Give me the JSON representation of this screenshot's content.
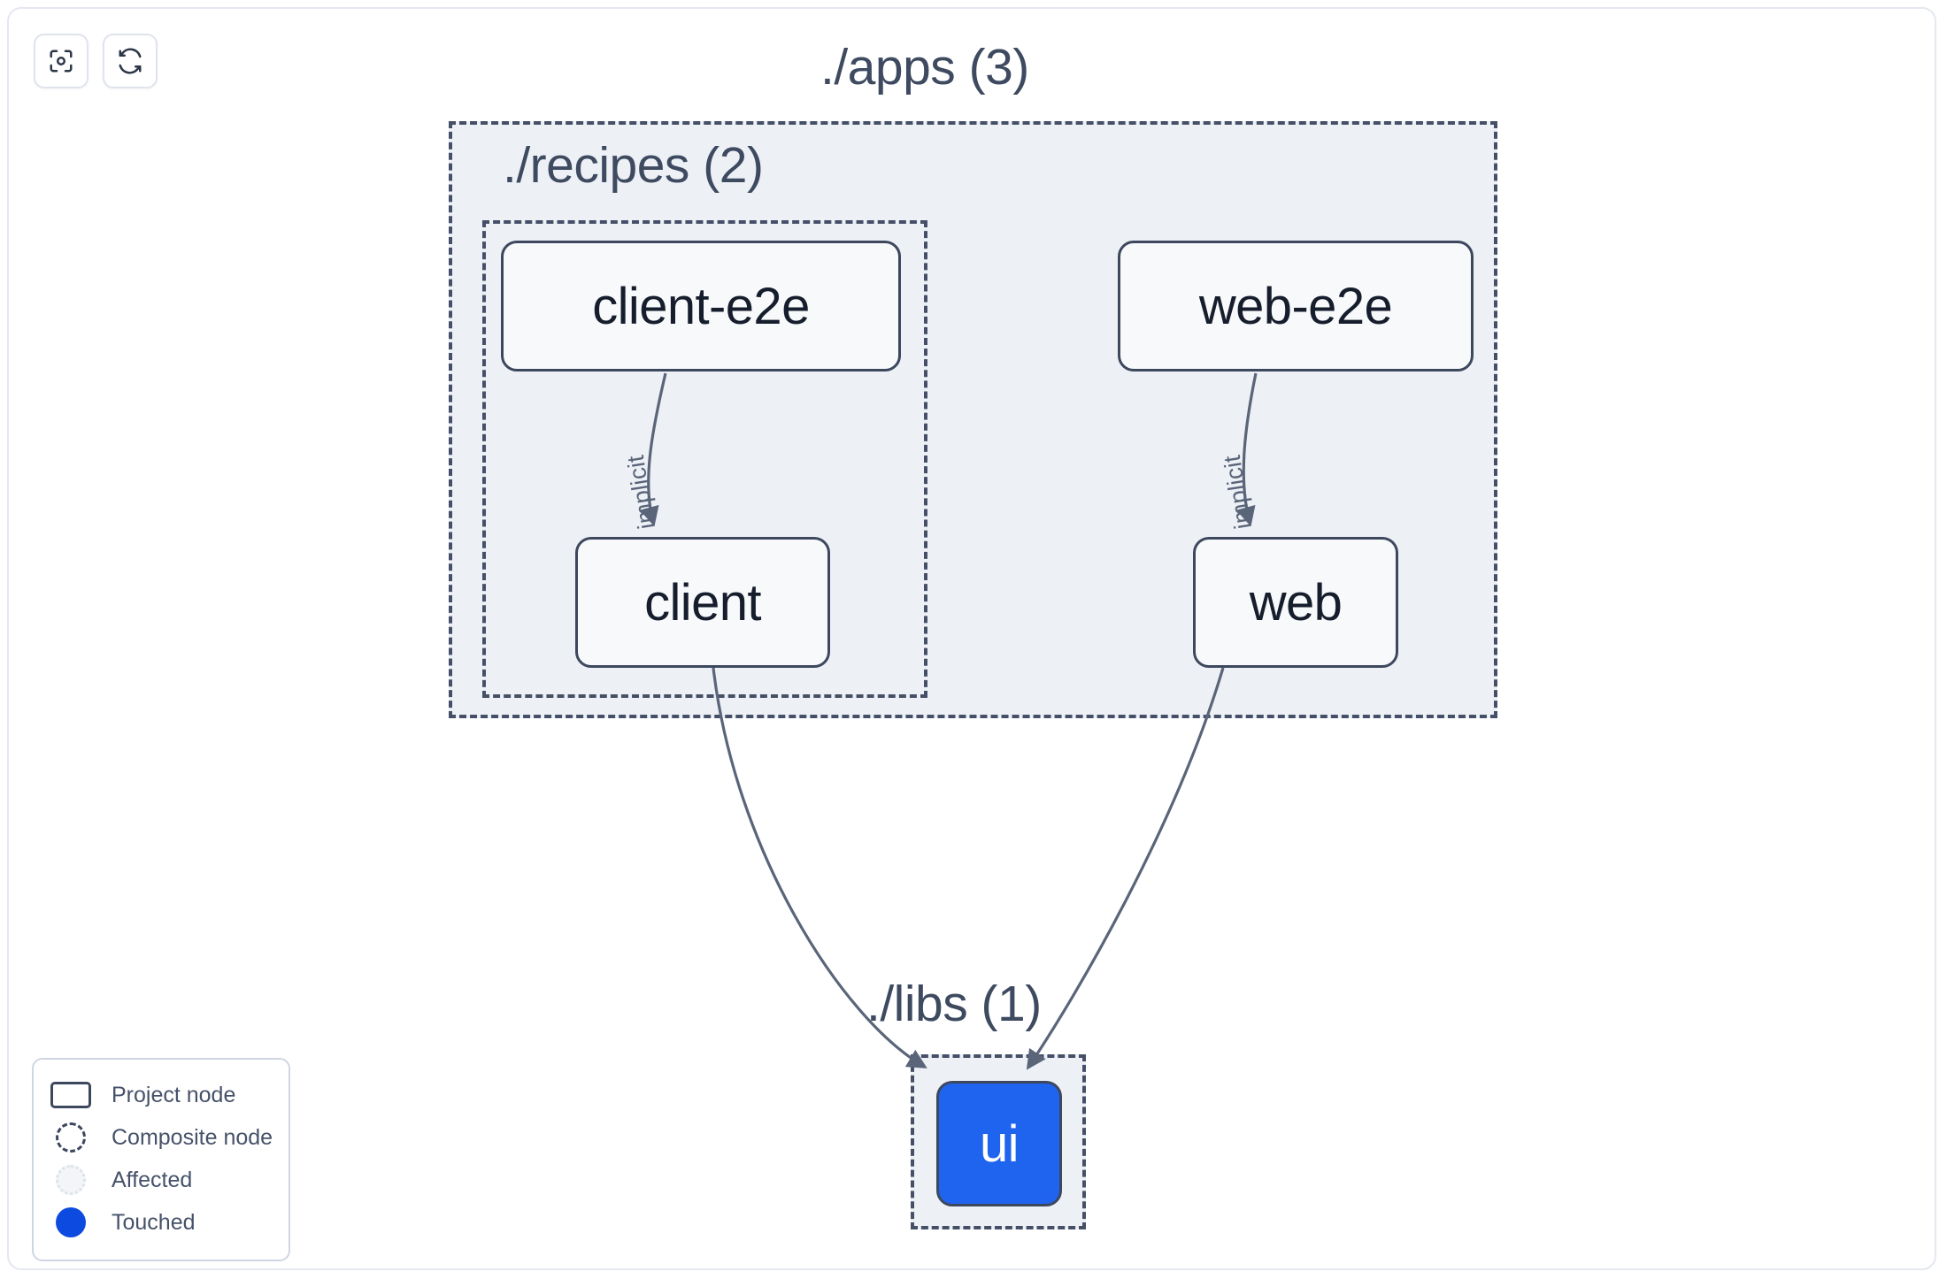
{
  "toolbar": {
    "buttons": [
      {
        "name": "focus-graph-button",
        "icon": "focus-target-icon",
        "label": ""
      },
      {
        "name": "refresh-graph-button",
        "icon": "refresh-icon",
        "label": ""
      }
    ]
  },
  "graph": {
    "groups": [
      {
        "id": "apps",
        "label": "./apps (3)",
        "count": 3
      },
      {
        "id": "recipes",
        "label": "./recipes (2)",
        "count": 2
      },
      {
        "id": "libs",
        "label": "./libs (1)",
        "count": 1
      }
    ],
    "nodes": [
      {
        "id": "client-e2e",
        "label": "client-e2e",
        "state": "project"
      },
      {
        "id": "web-e2e",
        "label": "web-e2e",
        "state": "project"
      },
      {
        "id": "client",
        "label": "client",
        "state": "project"
      },
      {
        "id": "web",
        "label": "web",
        "state": "project"
      },
      {
        "id": "ui",
        "label": "ui",
        "state": "touched"
      }
    ],
    "edges": [
      {
        "from": "client-e2e",
        "to": "client",
        "label": "implicit"
      },
      {
        "from": "web-e2e",
        "to": "web",
        "label": "implicit"
      },
      {
        "from": "client",
        "to": "ui",
        "label": ""
      },
      {
        "from": "web",
        "to": "ui",
        "label": ""
      }
    ]
  },
  "legend": {
    "items": [
      {
        "swatch": "project-node-swatch",
        "label": "Project node"
      },
      {
        "swatch": "composite-node-swatch",
        "label": "Composite node"
      },
      {
        "swatch": "affected-swatch",
        "label": "Affected"
      },
      {
        "swatch": "touched-swatch",
        "label": "Touched"
      }
    ]
  },
  "colors": {
    "node_fill": "#f8f9fb",
    "node_border": "#3d485e",
    "group_fill": "#edf1f6",
    "group_border": "#455068",
    "touched": "#1f64ee",
    "legend_touched": "#0c4ae0",
    "edge": "#5a6579",
    "text": "#161d2c"
  }
}
